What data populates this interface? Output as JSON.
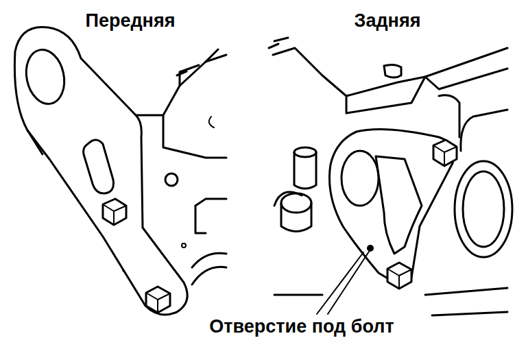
{
  "diagram": {
    "labels": [
      "Передняя",
      "Задняя",
      "Отверстие под болт"
    ]
  }
}
